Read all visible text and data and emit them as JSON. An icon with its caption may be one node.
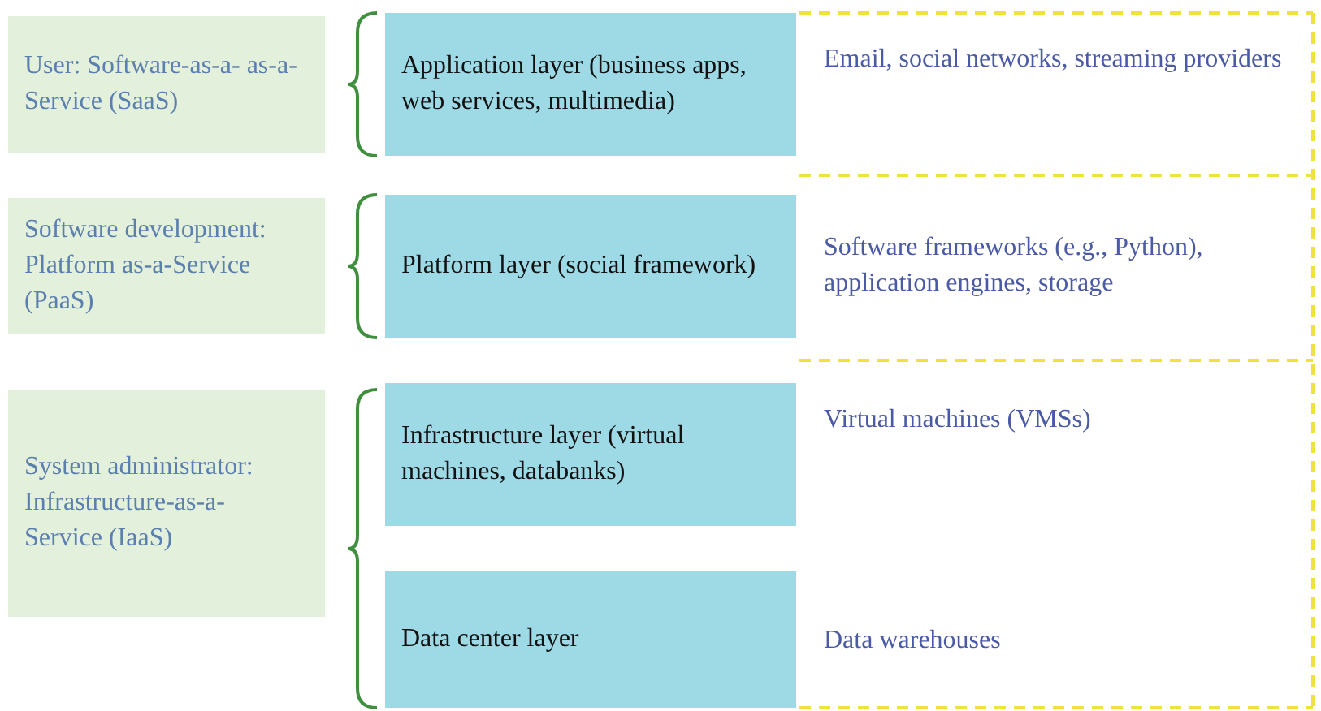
{
  "diagram": {
    "nodes": [
      {
        "text": [
          "User: Software-as-a- as-a-Service (SaaS)"
        ]
      },
      {
        "text": [
          "Application layer (business apps, web services, multimedia)"
        ],
        "beside": [
          "Email, social networks, streaming providers"
        ]
      },
      {
        "text": [
          "Software development: Platform as-a-Service (PaaS)"
        ]
      },
      {
        "text": [
          "Platform layer (social framework)"
        ],
        "beside": [
          "Software frameworks (e.g., Python), application engines, storage"
        ]
      },
      {
        "text": [
          "System administrator: Infrastructure-as-a- Service (IaaS)"
        ]
      },
      {
        "text": [
          "Infrastructure layer (virtual machines, databanks)"
        ],
        "beside": [
          "Virtual machines (VMSs)"
        ]
      },
      {
        "text": [
          "Data center layer"
        ],
        "beside": [
          "Data warehouses"
        ]
      }
    ]
  }
}
